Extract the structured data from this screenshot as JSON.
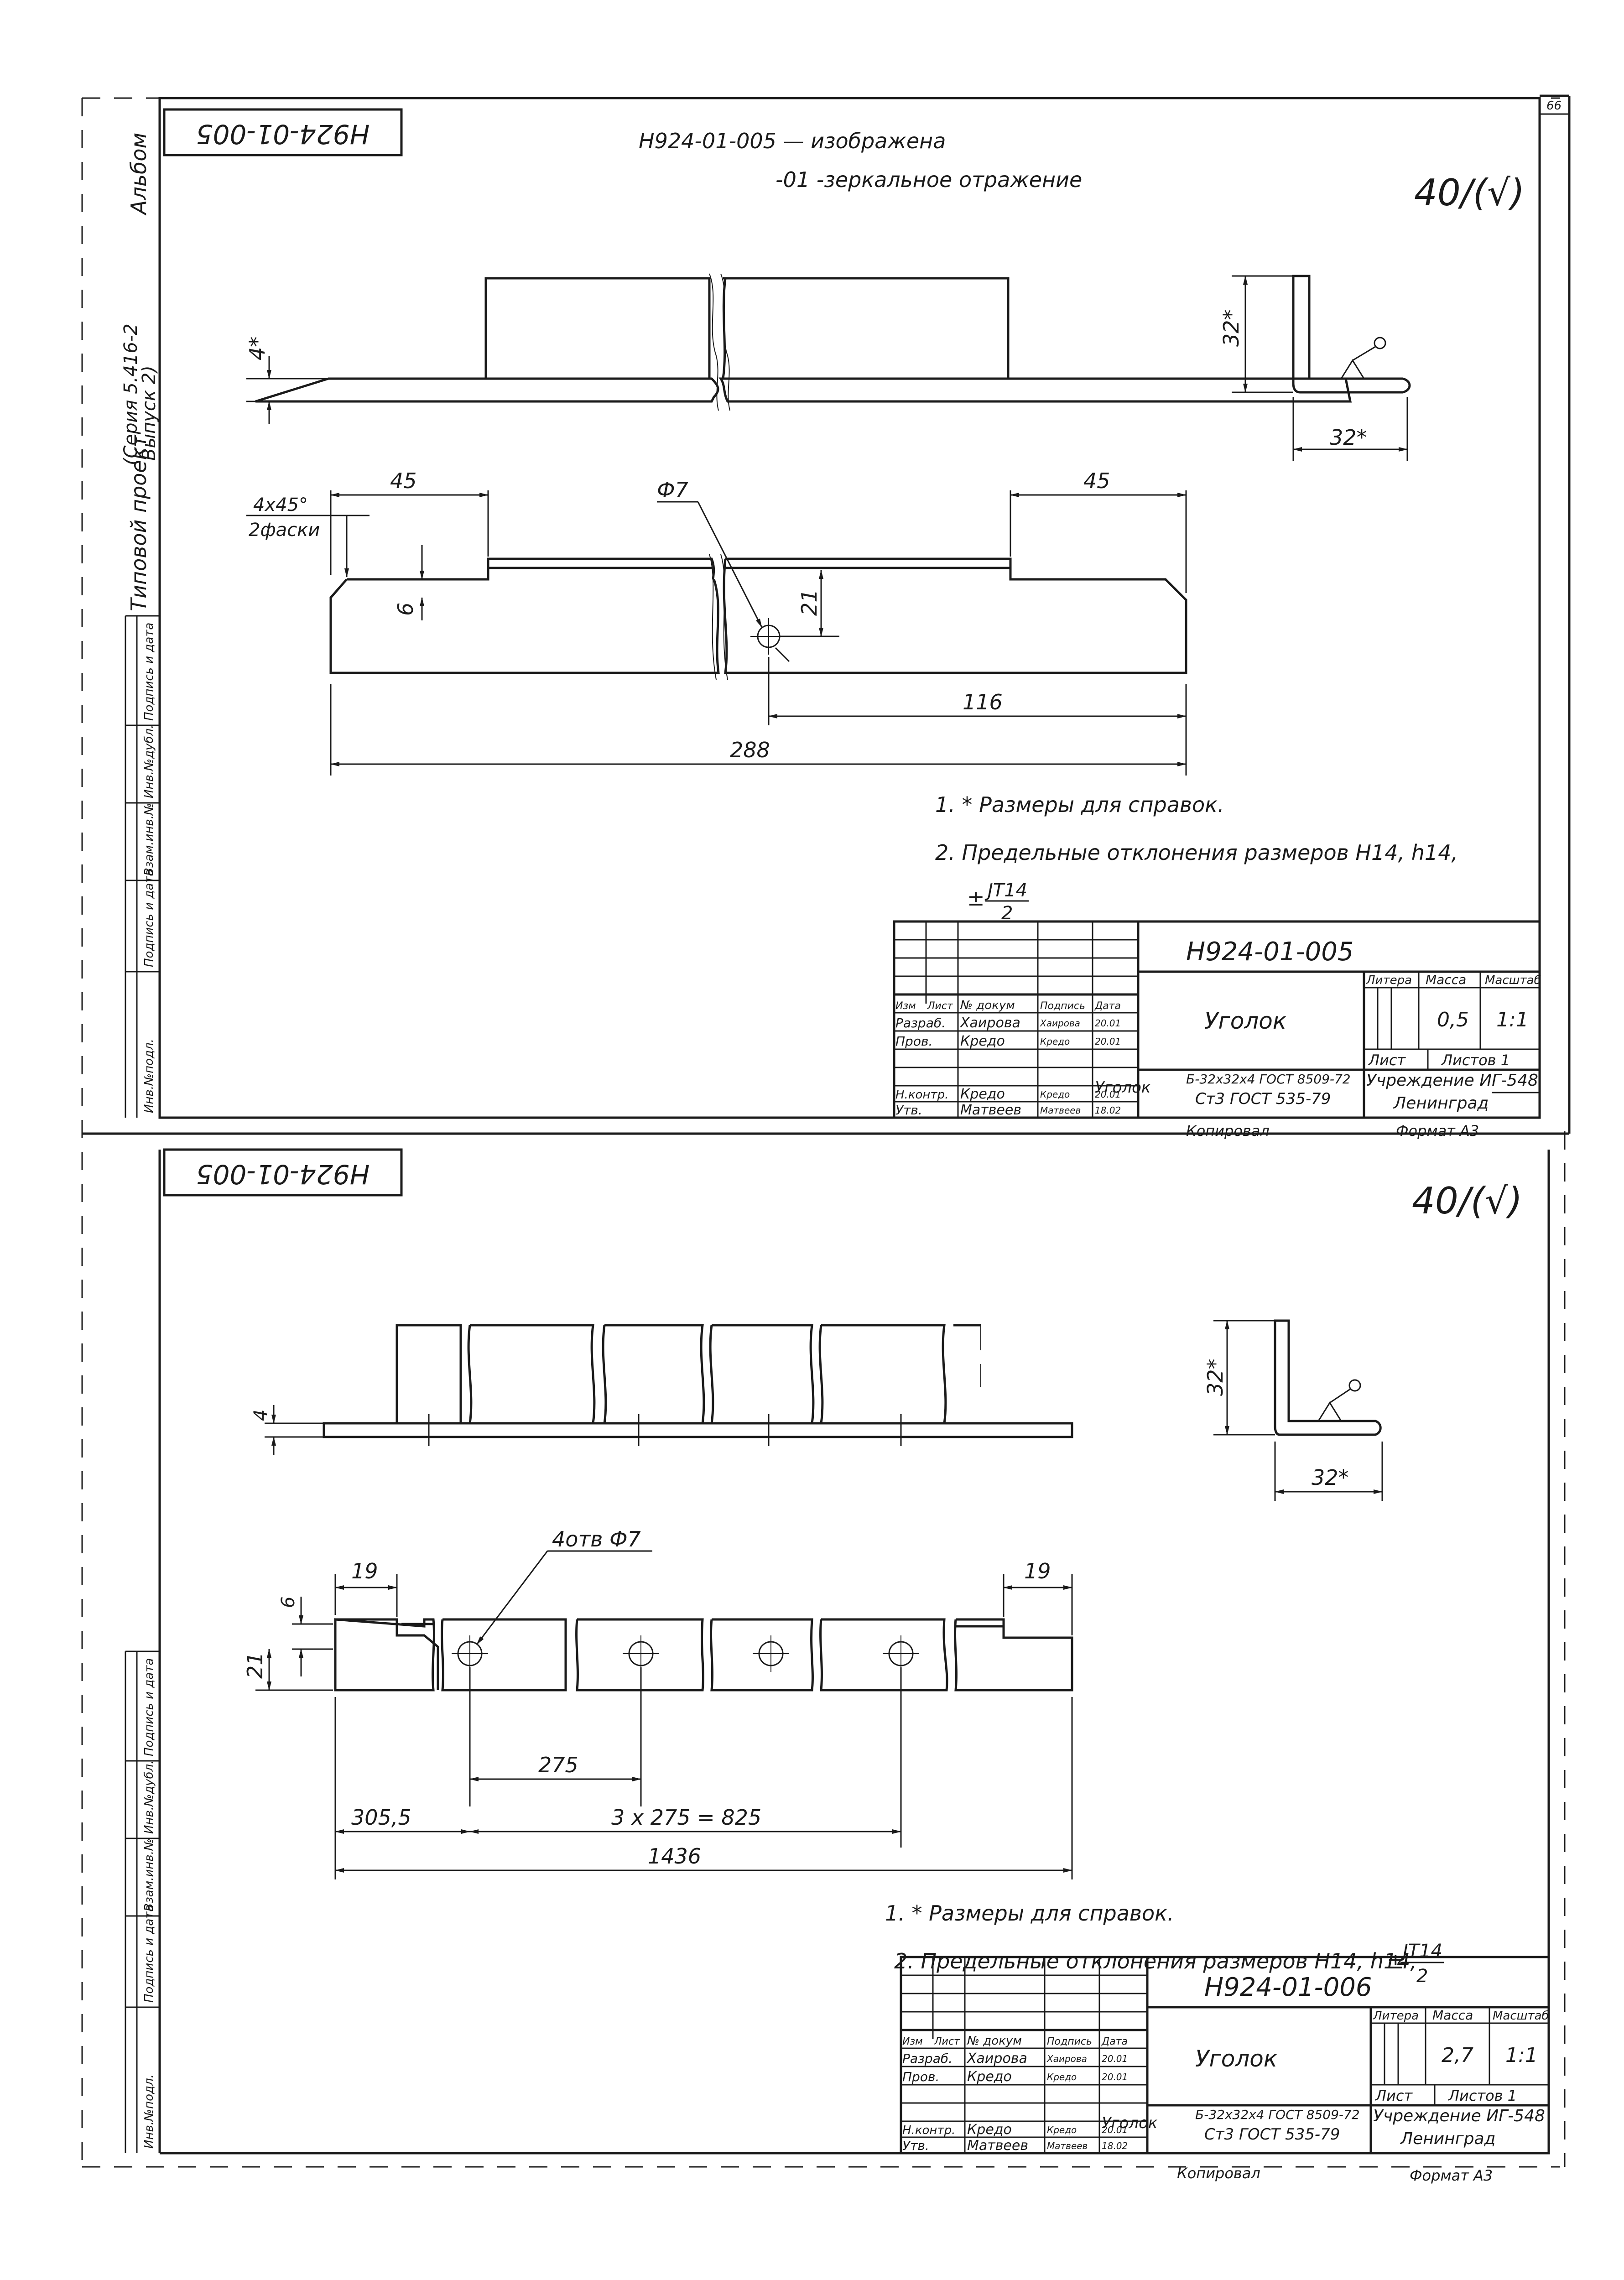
{
  "page_number": "66",
  "side_binding": {
    "album": "Альбом",
    "project": "Типовой проект",
    "series": "(Серия 5.416-2",
    "issue": "Выпуск 2)",
    "cells": [
      "Инв.№подл.",
      "Подпись и дата",
      "Взам.инв.№",
      "Инв.№дубл.",
      "Подпись и дата"
    ]
  },
  "drawings": [
    {
      "mirror_stamp": "Н924-01-005",
      "note_line1": "Н924-01-005 — изображена",
      "note_line2": "-01 -зеркальное отражение",
      "roughness": "40/(√)",
      "dims": {
        "thickness": "4*",
        "leg_height": "32*",
        "leg_width": "32*",
        "left_flange": "45",
        "right_flange": "45",
        "hole": "Ф7",
        "chamfer": "4x45°",
        "chamfer_count": "2фаски",
        "cut_depth": "6",
        "hole_offset": "21",
        "hole_pos": "116",
        "total_length": "288"
      },
      "notes": [
        "1. * Размеры для справок.",
        "2. Предельные отклонения размеров  Н14, h14,"
      ],
      "tolerance_pm": "±",
      "tolerance_num": "JT14",
      "tolerance_den": "2",
      "title_block": {
        "doc_number": "Н924-01-005",
        "name": "Уголок",
        "mass": "0,5",
        "scale": "1:1",
        "material_line1": "Б-32х32х4 ГОСТ 8509-72",
        "material_line2": "Ст3 ГОСТ 535-79",
        "material_prefix": "Уголок",
        "org": "Учреждение ИГ-548",
        "city": "Ленинград",
        "format": "Формат А3",
        "copied": "Копировал",
        "sheet_label": "Лист",
        "sheets_label": "Листов 1",
        "hdr_litera": "Литера",
        "hdr_mass": "Масса",
        "hdr_scale": "Масштаб",
        "col_headers": [
          "Изм",
          "Лист",
          "№ докум",
          "Подпись",
          "Дата"
        ],
        "rows": [
          [
            "Разраб.",
            "Хаирова",
            "Хаирова",
            "20.01"
          ],
          [
            "Пров.",
            "Кредо",
            "Кредо",
            "20.01"
          ],
          [
            "Н.контр.",
            "Кредо",
            "Кредо",
            "20.01"
          ],
          [
            "Утв.",
            "Матвеев",
            "Матвеев",
            "18.02"
          ]
        ]
      }
    },
    {
      "mirror_stamp": "Н924-01-005",
      "roughness": "40/(√)",
      "dims": {
        "thickness": "4",
        "leg_height": "32*",
        "leg_width": "32*",
        "left_flange": "19",
        "right_flange": "19",
        "cut_depth": "6",
        "hole_offset": "21",
        "holes": "4отв Ф7",
        "pitch": "275",
        "first_hole": "305,5",
        "pitch_total": "3 x 275 = 825",
        "total_length": "1436"
      },
      "notes": [
        "1. * Размеры для справок.",
        "2. Предельные отклонения размеров Н14, h14,"
      ],
      "tolerance_pm": "±",
      "tolerance_num": "JT14",
      "tolerance_den": "2",
      "title_block": {
        "doc_number": "Н924-01-006",
        "name": "Уголок",
        "mass": "2,7",
        "scale": "1:1",
        "material_line1": "Б-32х32х4 ГОСТ 8509-72",
        "material_line2": "Ст3 ГОСТ 535-79",
        "material_prefix": "Уголок",
        "org": "Учреждение ИГ-548",
        "city": "Ленинград",
        "format": "Формат А3",
        "copied": "Копировал",
        "sheet_label": "Лист",
        "sheets_label": "Листов 1",
        "hdr_litera": "Литера",
        "hdr_mass": "Масса",
        "hdr_scale": "Масштаб",
        "col_headers": [
          "Изм",
          "Лист",
          "№ докум",
          "Подпись",
          "Дата"
        ],
        "rows": [
          [
            "Разраб.",
            "Хаирова",
            "Хаирова",
            "20.01"
          ],
          [
            "Пров.",
            "Кредо",
            "Кредо",
            "20.01"
          ],
          [
            "Н.контр.",
            "Кредо",
            "Кредо",
            "20.01"
          ],
          [
            "Утв.",
            "Матвеев",
            "Матвеев",
            "18.02"
          ]
        ]
      }
    }
  ]
}
